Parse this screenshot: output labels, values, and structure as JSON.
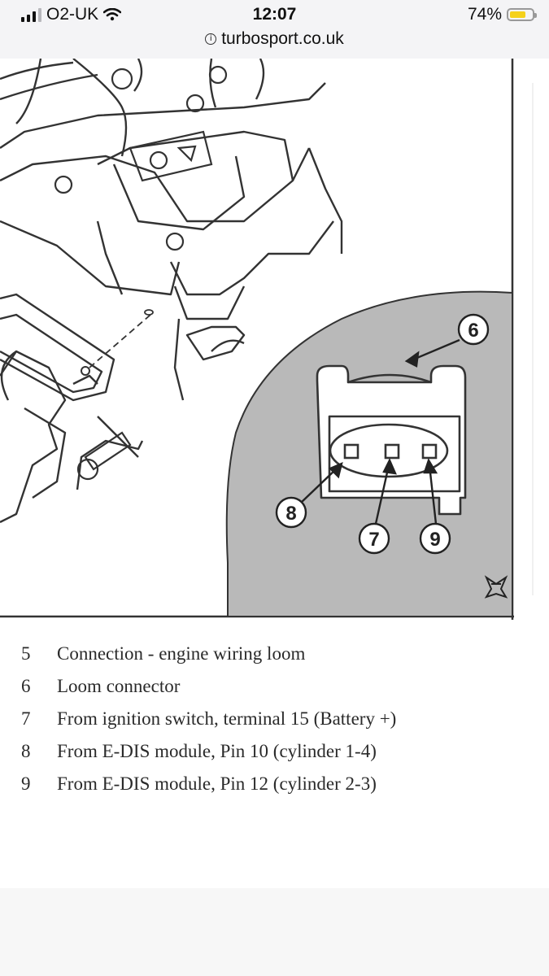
{
  "status_bar": {
    "carrier": "O2-UK",
    "time": "12:07",
    "battery_percent": "74%",
    "battery_level": 0.74,
    "url": "turbosport.co.uk"
  },
  "diagram": {
    "callouts": [
      "6",
      "8",
      "7",
      "9"
    ]
  },
  "legend": [
    {
      "num": "5",
      "text": "Connection - engine wiring loom"
    },
    {
      "num": "6",
      "text": "Loom connector"
    },
    {
      "num": "7",
      "text": "From ignition switch, terminal 15 (Battery +)"
    },
    {
      "num": "8",
      "text": "From E-DIS module, Pin 10 (cylinder 1-4)"
    },
    {
      "num": "9",
      "text": "From E-DIS module, Pin 12 (cylinder 2-3)"
    }
  ]
}
